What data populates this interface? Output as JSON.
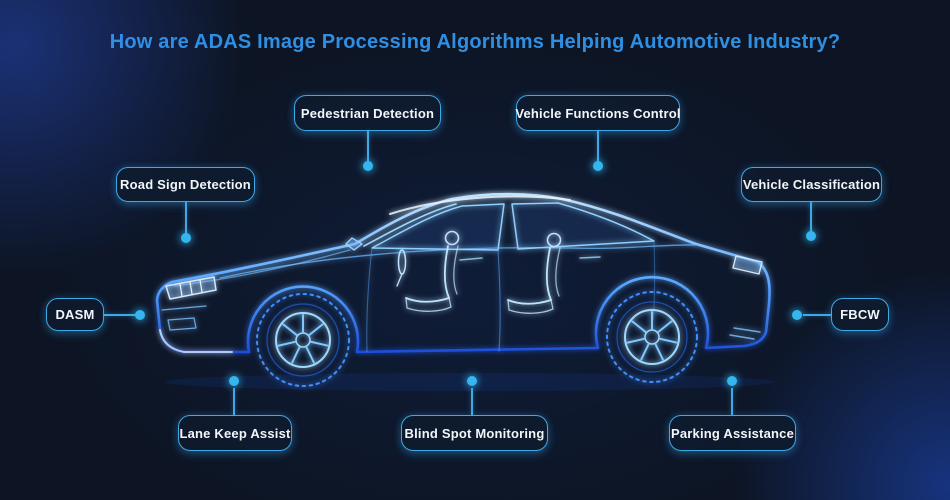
{
  "title": "How are ADAS Image Processing Algorithms Helping Automotive Industry?",
  "callouts": [
    {
      "label": "Pedestrian Detection"
    },
    {
      "label": "Vehicle Functions Control"
    },
    {
      "label": "Road Sign Detection"
    },
    {
      "label": "Vehicle Classification"
    },
    {
      "label": "DASM"
    },
    {
      "label": "FBCW"
    },
    {
      "label": "Lane Keep Assist"
    },
    {
      "label": "Blind Spot Monitoring"
    },
    {
      "label": "Parking Assistance"
    }
  ],
  "colors": {
    "background": "#0d1524",
    "title_blue": "#2f8fe3",
    "box_border": "#3fa9e8",
    "connector_dot": "#35b6ef",
    "car_glow_blue": "#4fb6ff",
    "label_text": "#f2f6fa"
  },
  "illustration": {
    "name": "xray-car-wireframe"
  }
}
